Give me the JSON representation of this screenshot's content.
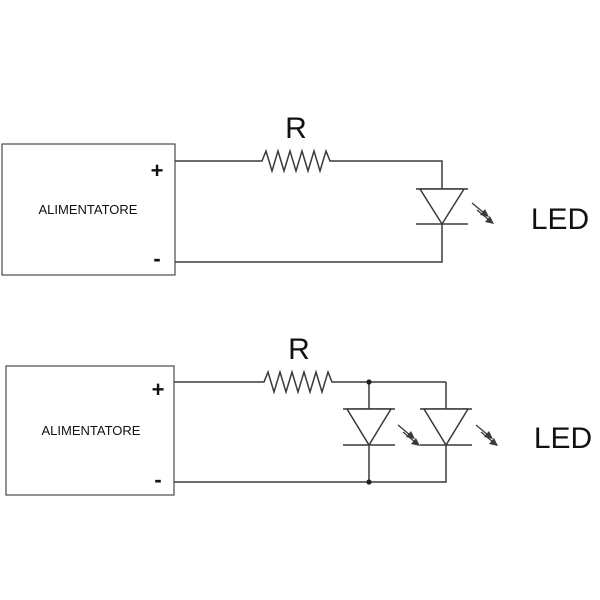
{
  "circuits": [
    {
      "supply_label": "ALIMENTATORE",
      "plus_label": "+",
      "minus_label": "-",
      "resistor_label": "R",
      "led_label": "LED"
    },
    {
      "supply_label": "ALIMENTATORE",
      "plus_label": "+",
      "minus_label": "-",
      "resistor_label": "R",
      "led_label": "LED"
    }
  ]
}
